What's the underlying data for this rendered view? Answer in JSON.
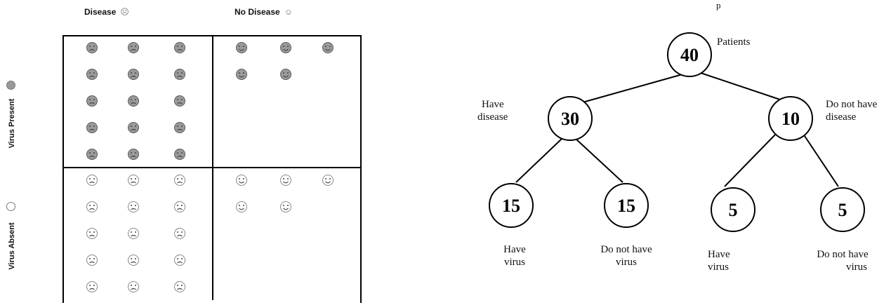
{
  "matrix": {
    "column_headers": [
      {
        "label": "Disease",
        "mini": "☹"
      },
      {
        "label": "No Disease",
        "mini": "☺"
      }
    ],
    "row_headers": [
      "Virus Present",
      "Virus Absent"
    ],
    "cells": [
      {
        "row": 0,
        "col": 0,
        "count": 15,
        "face": "sad",
        "shade": "dark"
      },
      {
        "row": 0,
        "col": 1,
        "count": 5,
        "face": "happy",
        "shade": "dark"
      },
      {
        "row": 1,
        "col": 0,
        "count": 15,
        "face": "sad",
        "shade": "light"
      },
      {
        "row": 1,
        "col": 1,
        "count": 5,
        "face": "happy",
        "shade": "light"
      }
    ]
  },
  "tree": {
    "root": {
      "value": "40",
      "label": "Patients"
    },
    "level1": [
      {
        "value": "30",
        "label_lines": [
          "Have",
          "disease"
        ]
      },
      {
        "value": "10",
        "label_lines": [
          "Do not have",
          "disease"
        ]
      }
    ],
    "level2": [
      {
        "value": "15",
        "label_lines": [
          "Have",
          "virus"
        ]
      },
      {
        "value": "15",
        "label_lines": [
          "Do not have",
          "virus"
        ]
      },
      {
        "value": "5",
        "label_lines": [
          "Have",
          "virus"
        ]
      },
      {
        "value": "5",
        "label_lines": [
          "Do not have",
          "virus"
        ]
      }
    ],
    "top_fragment": "p"
  },
  "colors": {
    "dark_face": "#9a9a9a",
    "light_face": "#ffffff",
    "line": "#000000"
  }
}
